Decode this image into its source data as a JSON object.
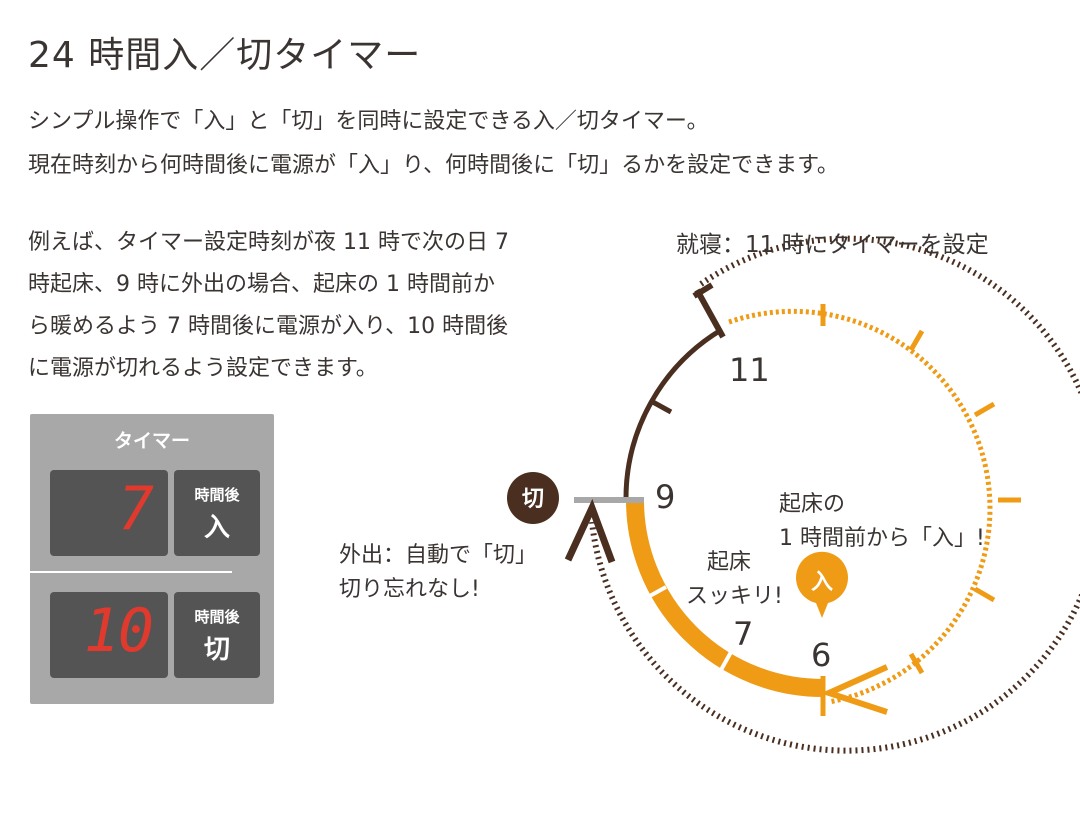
{
  "title": "24 時間入／切タイマー",
  "lead": [
    "シンプル操作で「入」と「切」を同時に設定できる入／切タイマー。",
    "現在時刻から何時間後に電源が「入」り、何時間後に「切」るかを設定できます。"
  ],
  "example": [
    "例えば、タイマー設定時刻が夜 11 時で次の日 7",
    "時起床、9 時に外出の場合、起床の 1 時間前か",
    "ら暖めるよう 7 時間後に電源が入り、10 時間後",
    "に電源が切れるよう設定できます。"
  ],
  "panel": {
    "title": "タイマー",
    "on_display": "7",
    "off_display": "10",
    "on_key_small": "時間後",
    "on_key_big": "入",
    "off_key_small": "時間後",
    "off_key_big": "切"
  },
  "clock": {
    "bedtime_label": "就寝：11 時にタイマーを設定",
    "hour_11": "11",
    "hour_9": "9",
    "hour_7": "7",
    "hour_6": "6",
    "off_badge": "切",
    "on_badge": "入",
    "wake_label_1": "起床の",
    "wake_label_2": "1 時間前から「入」!",
    "fresh_label_1": "起床",
    "fresh_label_2": "スッキリ!",
    "out_label_1": "外出：自動で「切」",
    "out_label_2": "切り忘れなし!"
  },
  "colors": {
    "brown": "#4a2f20",
    "orange": "#ef9b16",
    "gray": "#a8a8a8",
    "segment_red": "#e03a2e"
  }
}
